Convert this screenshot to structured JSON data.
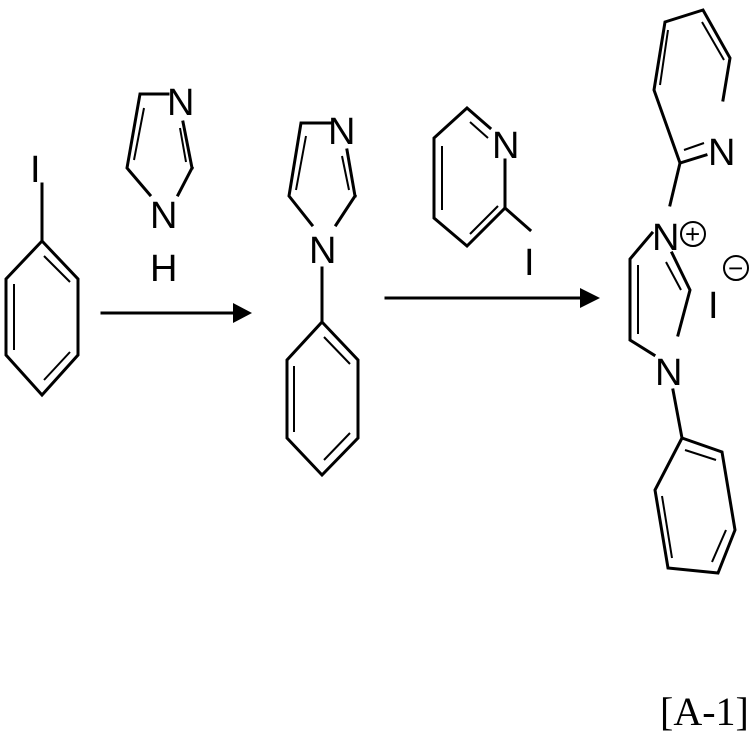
{
  "reagents": {
    "iodobenzene": {
      "I": "I"
    },
    "imidazole": {
      "N": "N",
      "NH_N": "N",
      "NH_H": "H"
    },
    "phenylimidazole": {
      "N3": "N",
      "N1": "N"
    },
    "iodopyridine": {
      "N": "N",
      "I": "I"
    }
  },
  "product": {
    "pyridine_N": "N",
    "N_plus": "N",
    "plus_sign": "+",
    "N3": "N",
    "counterion": "I",
    "minus_sign": "−"
  },
  "compound_label": "[A-1]"
}
